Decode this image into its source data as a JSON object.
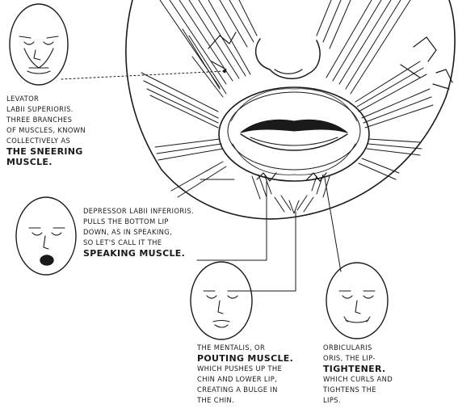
{
  "annotations": {
    "levator": {
      "lines": [
        "LEVATOR",
        "LABII SUPERIORIS.",
        "THREE BRANCHES",
        "OF MUSCLES, KNOWN",
        "COLLECTIVELY AS"
      ],
      "emphasis": [
        "THE SNEERING",
        "MUSCLE."
      ]
    },
    "depressor": {
      "lines": [
        "DEPRESSOR LABII INFERIORIS.",
        "PULLS THE BOTTOM LIP",
        "DOWN, AS IN SPEAKING,",
        "SO LET'S CALL IT THE"
      ],
      "emphasis": [
        "SPEAKING MUSCLE."
      ]
    },
    "mentalis": {
      "lines": [
        "THE MENTALIS, OR"
      ],
      "emphasis": [
        "POUTING MUSCLE."
      ],
      "lines_after": [
        "WHICH PUSHES UP THE",
        "CHIN AND LOWER LIP,",
        "CREATING A BULGE IN",
        "THE CHIN."
      ]
    },
    "orbicularis": {
      "lines": [
        "ORBICULARIS",
        "ORIS, THE LIP-"
      ],
      "emphasis": [
        "TIGHTENER."
      ],
      "lines_after": [
        "WHICH CURLS AND",
        "TIGHTENS THE",
        "LIPS."
      ]
    }
  }
}
